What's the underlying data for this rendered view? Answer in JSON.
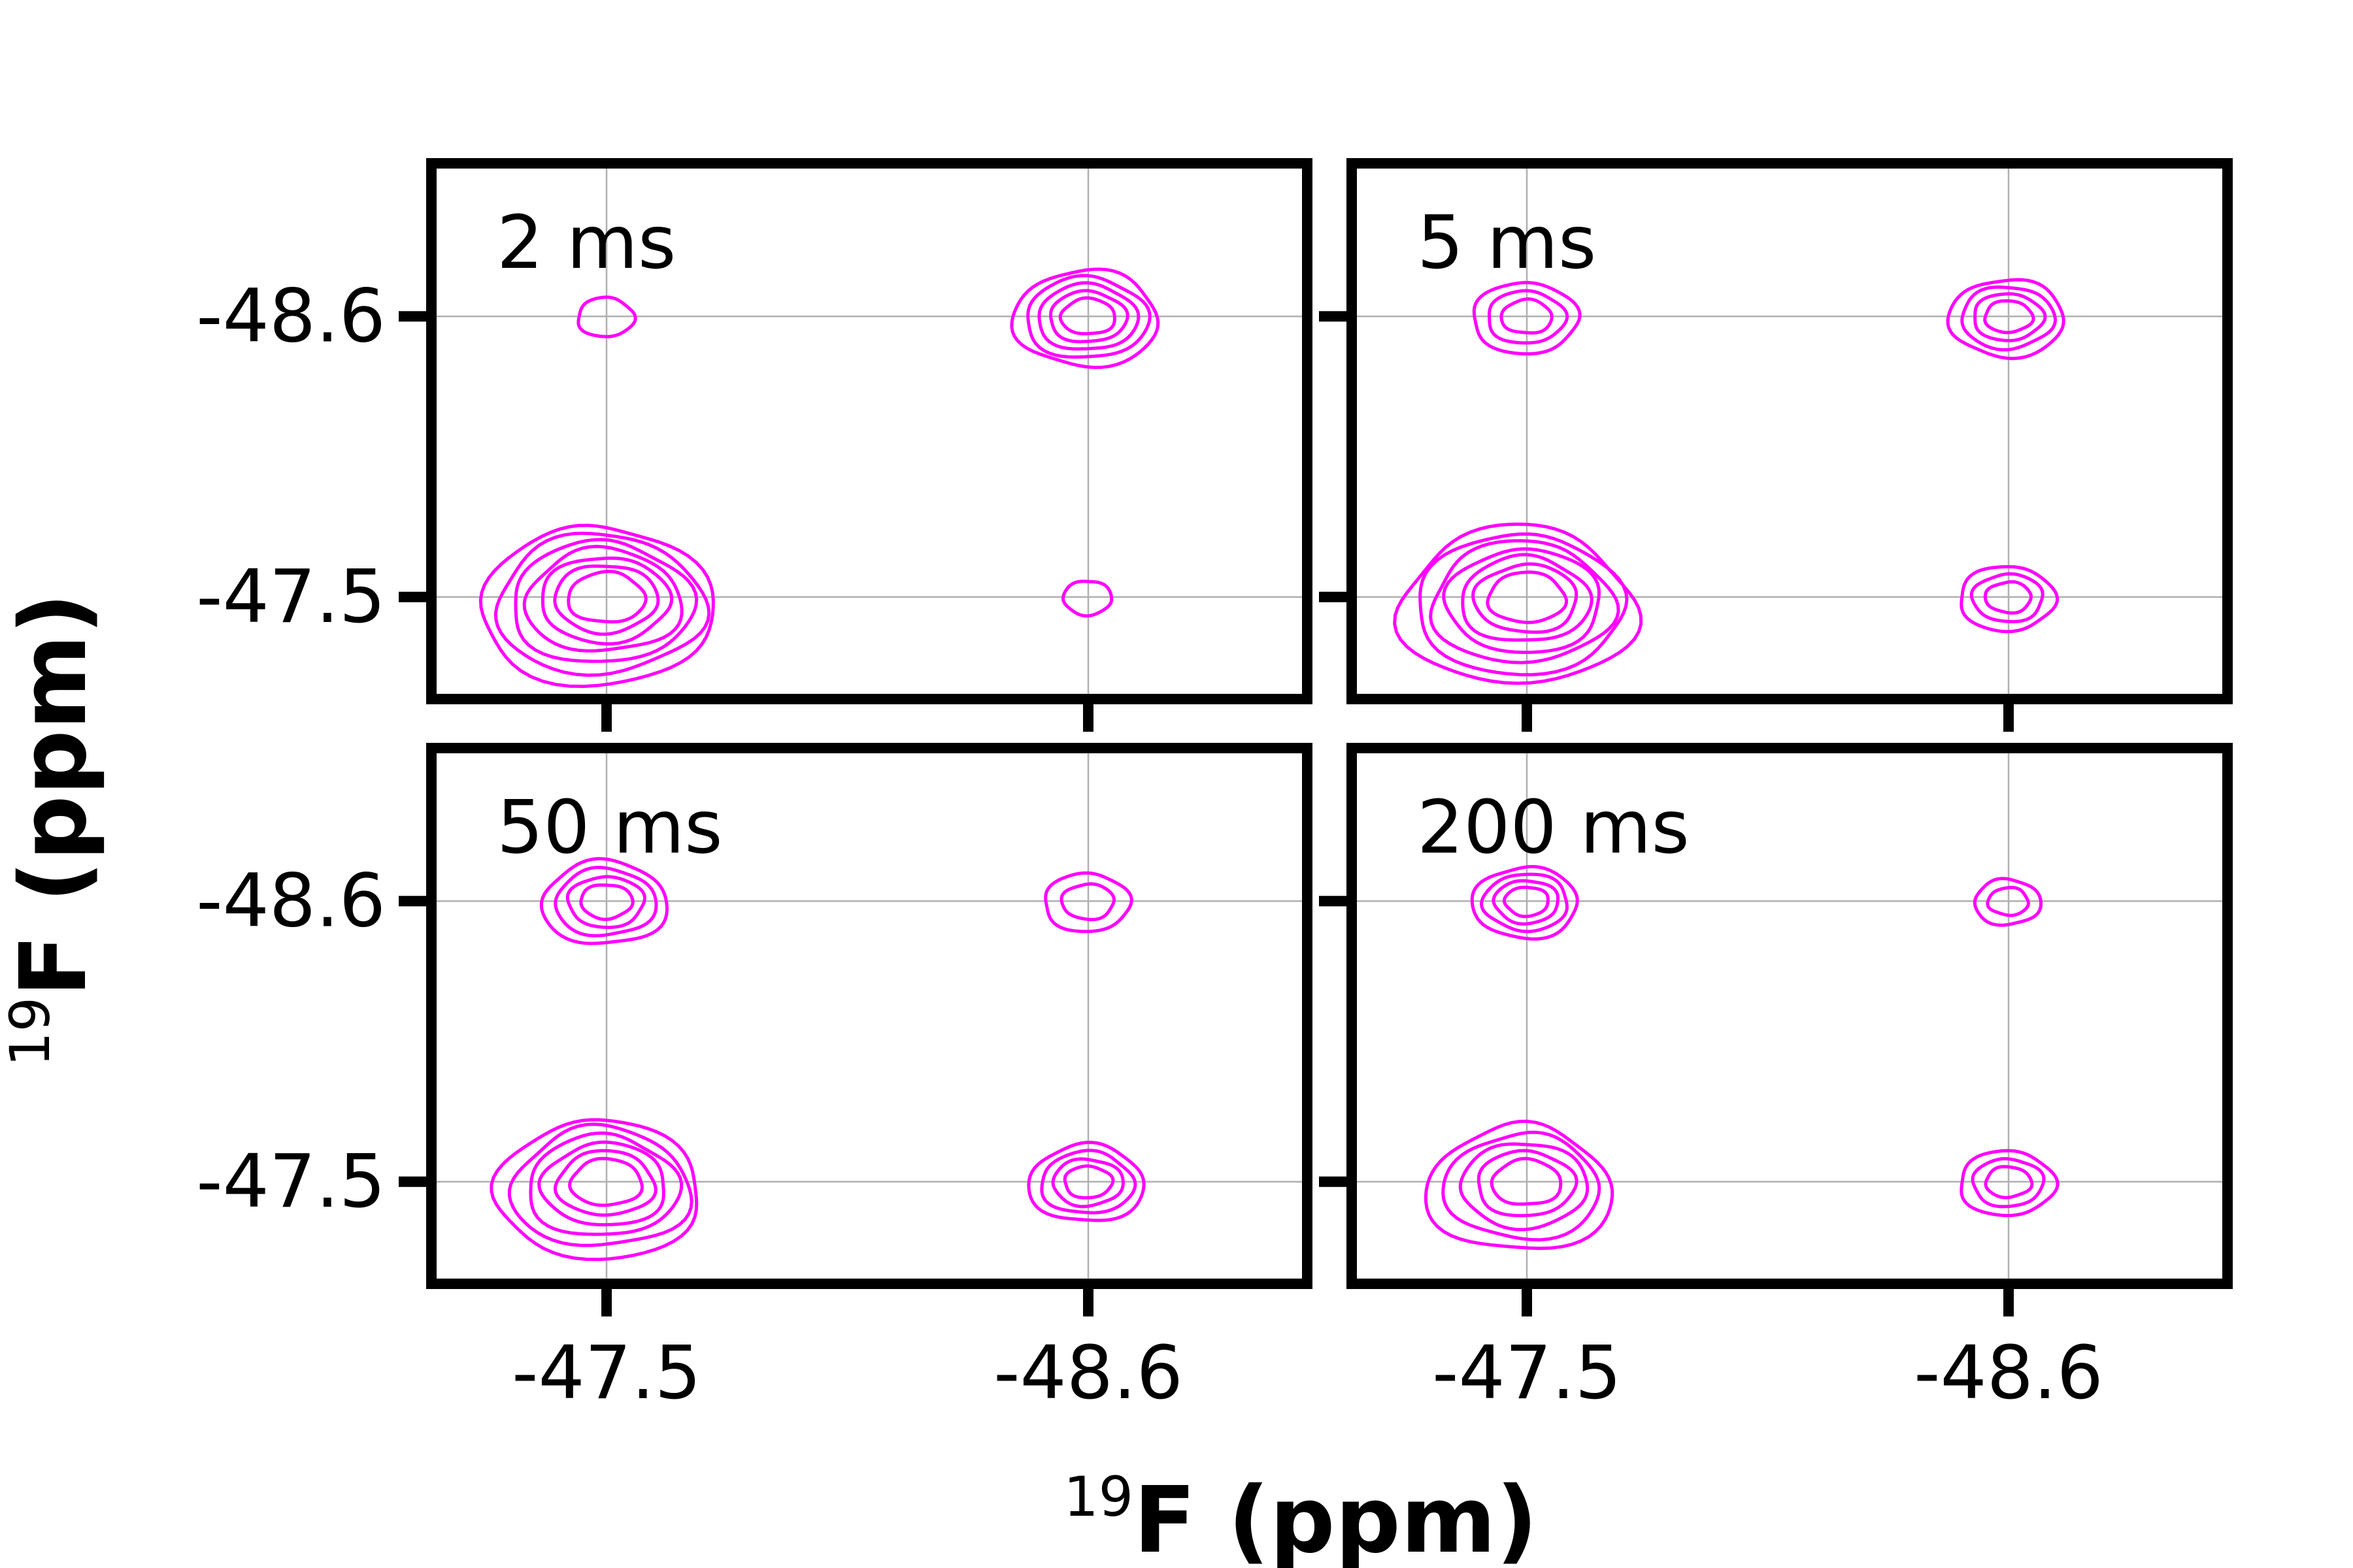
{
  "chart_data": [
    {
      "type": "contour",
      "panel_label": "2 ms",
      "xlim": [
        -47.1,
        -49.1
      ],
      "ylim": [
        -49.2,
        -47.1
      ],
      "xticks": [
        -47.5,
        -48.6
      ],
      "yticks": [
        -48.6,
        -47.5
      ],
      "xtick_labels": [
        "-47.5",
        "-48.6"
      ],
      "ytick_labels": [
        "-48.6",
        "-47.5"
      ],
      "grid": true,
      "line_color": "#ff00ff",
      "peaks": [
        {
          "x": -47.5,
          "y": -47.5,
          "intensity": 1.0,
          "levels": 7
        },
        {
          "x": -48.6,
          "y": -48.6,
          "intensity": 0.55,
          "levels": 5
        },
        {
          "x": -47.5,
          "y": -48.6,
          "intensity": 0.1,
          "levels": 1
        },
        {
          "x": -48.6,
          "y": -47.5,
          "intensity": 0.06,
          "levels": 1
        }
      ]
    },
    {
      "type": "contour",
      "panel_label": "5 ms",
      "xlim": [
        -47.1,
        -49.1
      ],
      "ylim": [
        -49.2,
        -47.1
      ],
      "xticks": [
        -47.5,
        -48.6
      ],
      "yticks": [
        -48.6,
        -47.5
      ],
      "xtick_labels": [
        "-47.5",
        "-48.6"
      ],
      "ytick_labels": [
        "-48.6",
        "-47.5"
      ],
      "grid": true,
      "line_color": "#ff00ff",
      "peaks": [
        {
          "x": -47.5,
          "y": -47.5,
          "intensity": 1.0,
          "levels": 7
        },
        {
          "x": -48.6,
          "y": -48.6,
          "intensity": 0.4,
          "levels": 4
        },
        {
          "x": -47.5,
          "y": -48.6,
          "intensity": 0.35,
          "levels": 3
        },
        {
          "x": -48.6,
          "y": -47.5,
          "intensity": 0.3,
          "levels": 3
        }
      ]
    },
    {
      "type": "contour",
      "panel_label": "50 ms",
      "xlim": [
        -47.1,
        -49.1
      ],
      "ylim": [
        -49.2,
        -47.1
      ],
      "xticks": [
        -47.5,
        -48.6
      ],
      "yticks": [
        -48.6,
        -47.5
      ],
      "xtick_labels": [
        "-47.5",
        "-48.6"
      ],
      "ytick_labels": [
        "-48.6",
        "-47.5"
      ],
      "grid": true,
      "line_color": "#ff00ff",
      "peaks": [
        {
          "x": -47.5,
          "y": -47.5,
          "intensity": 0.85,
          "levels": 6
        },
        {
          "x": -48.6,
          "y": -48.6,
          "intensity": 0.25,
          "levels": 2
        },
        {
          "x": -47.5,
          "y": -48.6,
          "intensity": 0.45,
          "levels": 4
        },
        {
          "x": -48.6,
          "y": -47.5,
          "intensity": 0.4,
          "levels": 4
        }
      ]
    },
    {
      "type": "contour",
      "panel_label": "200 ms",
      "xlim": [
        -47.1,
        -49.1
      ],
      "ylim": [
        -49.2,
        -47.1
      ],
      "xticks": [
        -47.5,
        -48.6
      ],
      "yticks": [
        -48.6,
        -47.5
      ],
      "xtick_labels": [
        "-47.5",
        "-48.6"
      ],
      "ytick_labels": [
        "-48.6",
        "-47.5"
      ],
      "grid": true,
      "line_color": "#ff00ff",
      "peaks": [
        {
          "x": -47.5,
          "y": -47.5,
          "intensity": 0.75,
          "levels": 5
        },
        {
          "x": -48.6,
          "y": -48.6,
          "intensity": 0.15,
          "levels": 2
        },
        {
          "x": -47.5,
          "y": -48.6,
          "intensity": 0.35,
          "levels": 4
        },
        {
          "x": -48.6,
          "y": -47.5,
          "intensity": 0.3,
          "levels": 3
        }
      ]
    }
  ],
  "axes": {
    "xlabel_sup": "19",
    "xlabel_main": "F (ppm)",
    "ylabel_sup": "19",
    "ylabel_main": "F (ppm)"
  }
}
